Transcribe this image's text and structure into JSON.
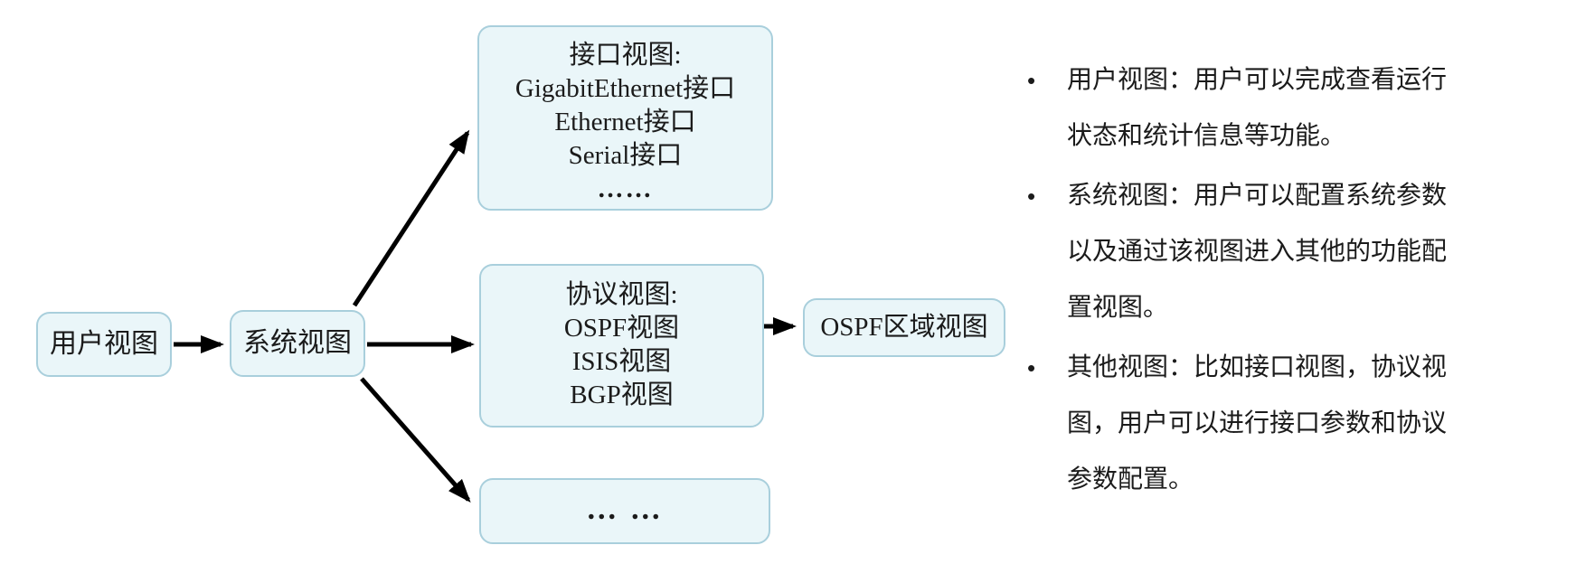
{
  "colors": {
    "background": "#ffffff",
    "box_fill": "#eaf6f9",
    "box_border": "#a9cfdc",
    "arrow": "#000000",
    "text": "#1b1b1b"
  },
  "flowchart": {
    "user_view": {
      "label": "用户视图"
    },
    "system_view": {
      "label": "系统视图"
    },
    "interface_view": {
      "title": "接口视图:",
      "lines": [
        "GigabitEthernet接口",
        "Ethernet接口",
        "Serial接口",
        "……"
      ]
    },
    "protocol_view": {
      "title": "协议视图:",
      "lines": [
        "OSPF视图",
        "ISIS视图",
        "BGP视图"
      ]
    },
    "other_views": {
      "label": "… …"
    },
    "ospf_area_view": {
      "label": "OSPF区域视图"
    }
  },
  "notes": {
    "bullet_glyph": "•",
    "items": [
      {
        "lines": [
          "用户视图：用户可以完成查看运行",
          "状态和统计信息等功能。"
        ]
      },
      {
        "lines": [
          "系统视图：用户可以配置系统参数",
          "以及通过该视图进入其他的功能配",
          "置视图。"
        ]
      },
      {
        "lines": [
          "其他视图：比如接口视图，协议视",
          "图，用户可以进行接口参数和协议",
          "参数配置。"
        ]
      }
    ]
  }
}
